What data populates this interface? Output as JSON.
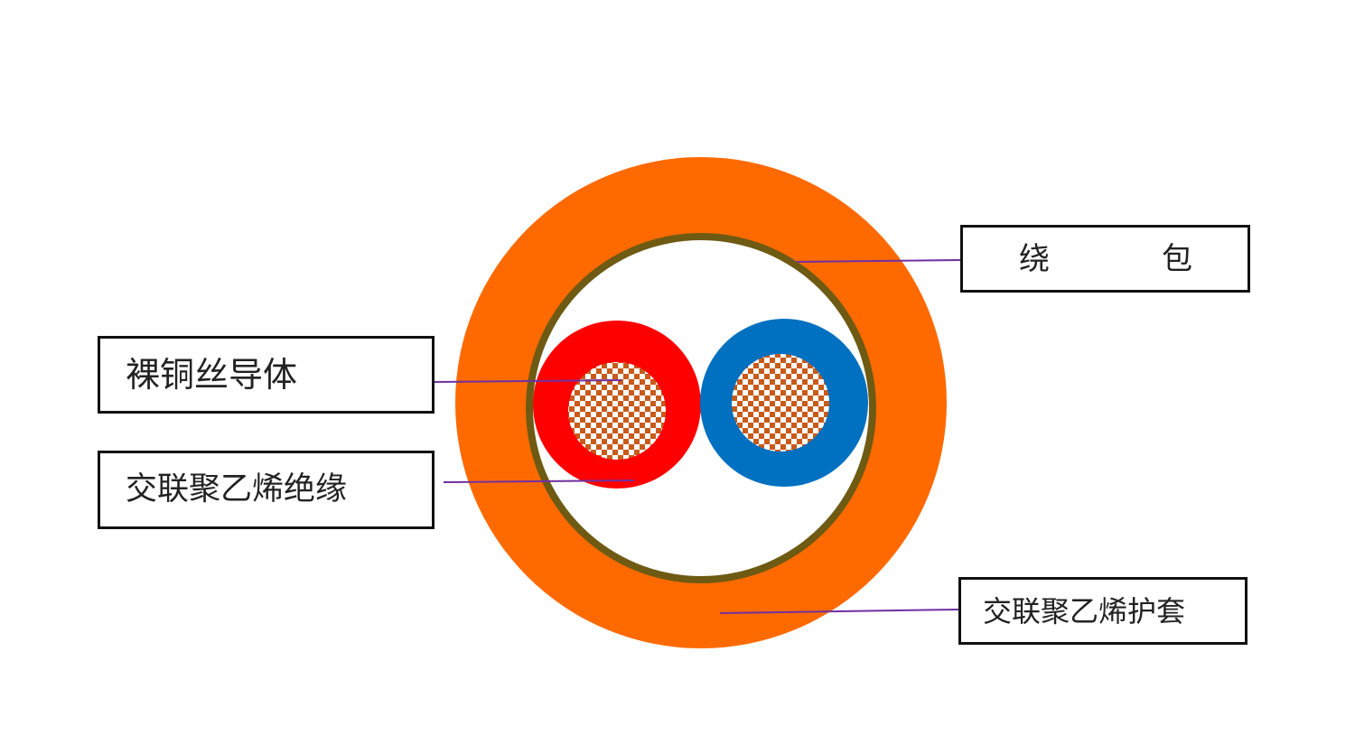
{
  "labels": {
    "wrap": [
      "绕",
      "包"
    ],
    "conductor": "裸铜丝导体",
    "insulation": "交联聚乙烯绝缘",
    "sheath": "交联聚乙烯护套"
  },
  "colors": {
    "sheath": "#ff6a00",
    "wrap_ring": "#6e5a12",
    "core_1_insulation": "#ff0000",
    "core_2_insulation": "#0070c0",
    "conductor_checker_a": "#c85a1a",
    "conductor_checker_b": "#ffffff",
    "leader_line": "#7030a0",
    "box_border": "#111111"
  }
}
